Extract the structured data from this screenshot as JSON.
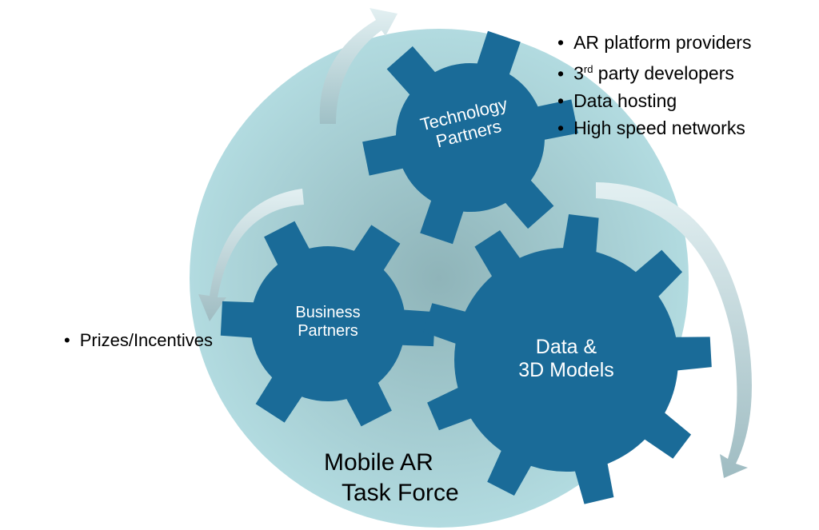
{
  "title": "Mobile AR Task Force",
  "title_lines": [
    "Mobile AR",
    "Task Force"
  ],
  "gears": {
    "technology": {
      "lines": [
        "Technology",
        "Partners"
      ]
    },
    "business": {
      "lines": [
        "Business",
        "Partners"
      ]
    },
    "data": {
      "lines": [
        "Data &",
        "3D Models"
      ]
    }
  },
  "technology_bullets": [
    "AR platform providers",
    "3",
    "rd",
    " party developers",
    "Data hosting",
    "High speed networks"
  ],
  "business_bullets": [
    "Prizes/Incentives"
  ],
  "colors": {
    "gear": "#1a6b98",
    "circle": "#a9d3d8",
    "arrow": "#c4dde2"
  }
}
